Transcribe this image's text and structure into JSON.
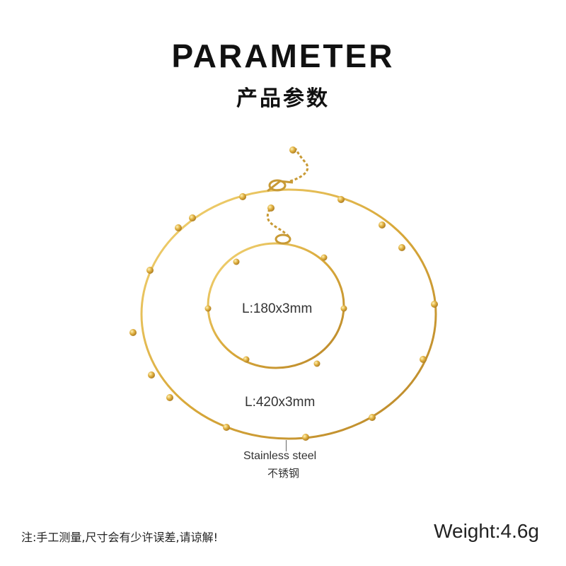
{
  "header": {
    "title": "PARAMETER",
    "subtitle": "产品参数"
  },
  "product": {
    "bracelet_length": "L:180x3mm",
    "necklace_length": "L:420x3mm",
    "material_en": "Stainless steel",
    "material_cn": "不锈钢"
  },
  "footer": {
    "note": "注:手工测量,尺寸会有少许误差,请谅解!",
    "weight": "Weight:4.6g"
  },
  "colors": {
    "gold": "#d9a93a",
    "gold_dark": "#b8862a",
    "gold_light": "#f4d77a",
    "text": "#1a1a1a"
  }
}
